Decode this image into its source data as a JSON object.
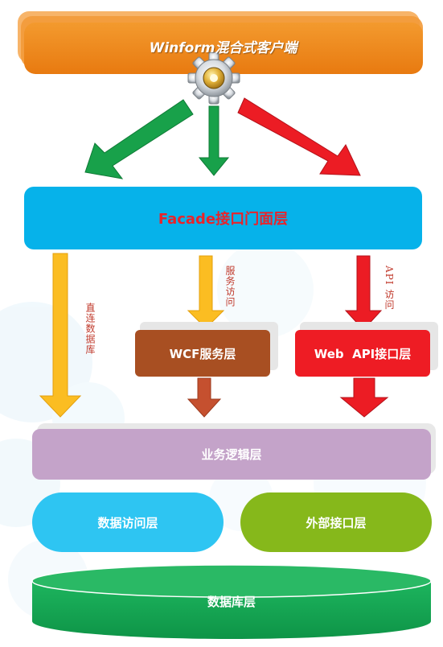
{
  "title": "Winform混合式客户端",
  "facade": "Facade接口门面层",
  "wcf": "WCF服务层",
  "webapi": "Web  API接口层",
  "business": "业务逻辑层",
  "data_access": "数据访问层",
  "external": "外部接口层",
  "database": "数据库层",
  "labels": {
    "direct_db": "直连数据库",
    "service_access": "服务访问",
    "api_access": "API 访问"
  },
  "colors": {
    "top": "#f08b1d",
    "facade": "#06b2ea",
    "wcf": "#a84f22",
    "webapi": "#ee1c24",
    "business": "#c4a3c9",
    "data_access": "#2ec5f2",
    "external": "#86b81b",
    "database": "#13a351",
    "arrow_green": "#18a14a",
    "arrow_red": "#ec1c24",
    "arrow_yellow": "#fbbd22",
    "arrow_brown": "#c5502f"
  }
}
